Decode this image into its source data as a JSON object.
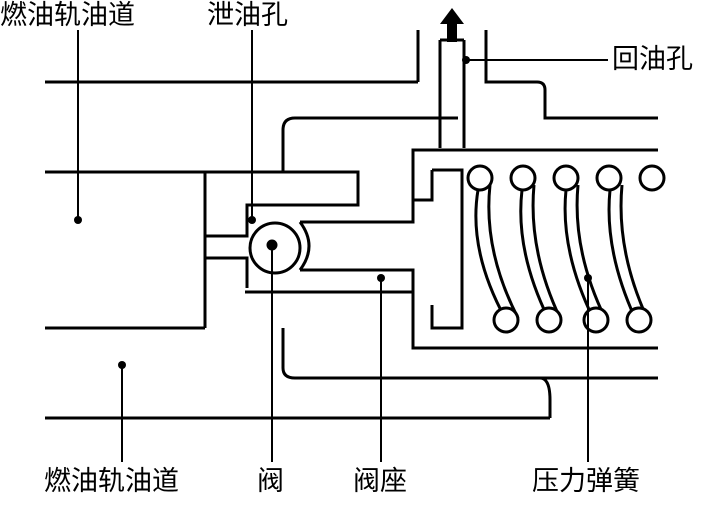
{
  "labels": {
    "fuel_rail_top": "燃油轨油道",
    "drain_hole": "泄油孔",
    "return_hole": "回油孔",
    "fuel_rail_bottom": "燃油轨油道",
    "valve": "阀",
    "valve_seat": "阀座",
    "pressure_spring": "压力弹簧"
  },
  "colors": {
    "line": "#000000",
    "background": "#ffffff"
  },
  "icons": {
    "return_flow": "up-arrow-icon"
  }
}
